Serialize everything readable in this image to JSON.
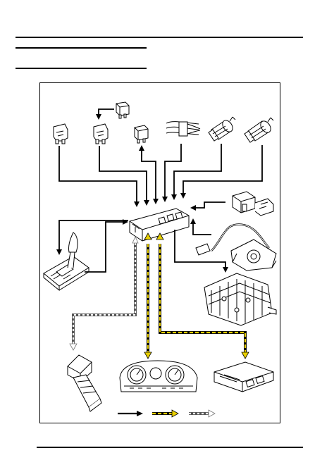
{
  "header": {
    "title": "",
    "section": "",
    "subsection": ""
  },
  "legend": {
    "items": [
      {
        "name": "hardwired-line",
        "color": "#000000"
      },
      {
        "name": "can-bus-line",
        "color": "#d4b800"
      },
      {
        "name": "diagnostic-bus-line",
        "color": "#9a9a9a"
      }
    ]
  },
  "colors": {
    "hardwired": "#000000",
    "can_bus": "#d4b800",
    "diagnostic": "#9a9a9a",
    "line_art": "#000000"
  },
  "footer": {
    "page_number": ""
  }
}
